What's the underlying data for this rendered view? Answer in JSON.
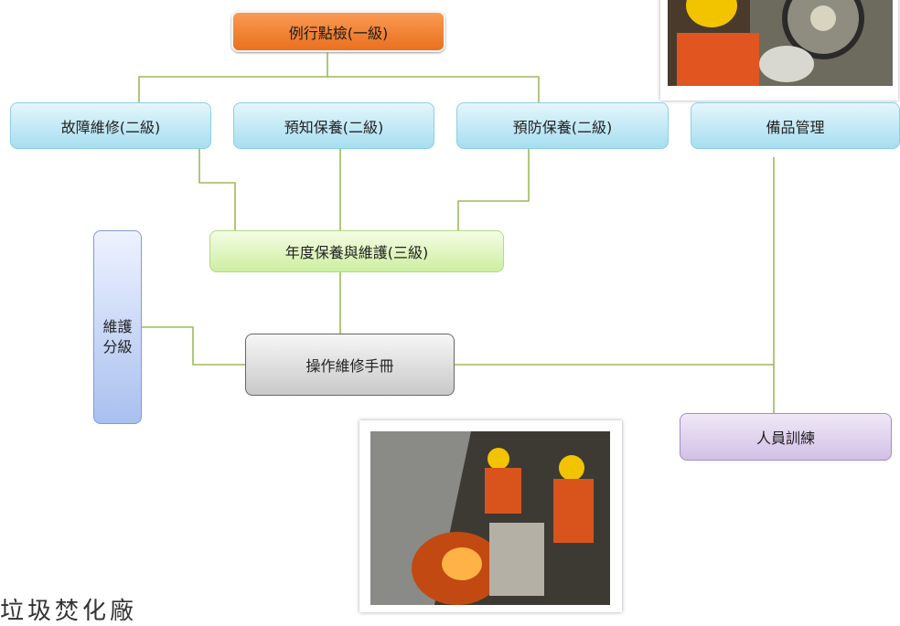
{
  "top": {
    "routine_inspection": "例行點檢(一級)"
  },
  "level2": {
    "fault_repair": "故障維修(二級)",
    "predictive_maintenance": "預知保養(二級)",
    "preventive_maintenance": "預防保養(二級)"
  },
  "spare_parts": "備品管理",
  "annual_maintenance": "年度保養與維護(三級)",
  "maintenance_level": "維護分級",
  "manual": "操作維修手冊",
  "training": "人員訓練",
  "footer_text": "垃圾焚化廠",
  "colors": {
    "connector": "#9bbb59",
    "orange": "#f0812f",
    "blue": "#bfe8f5",
    "green": "#dff5c0",
    "purple": "#ddd0ec"
  }
}
